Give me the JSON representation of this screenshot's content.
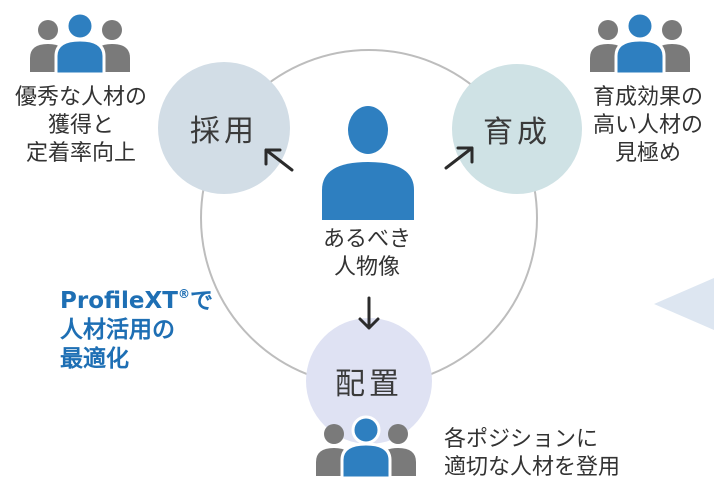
{
  "nodes": {
    "saiyo": "採用",
    "ikusei": "育成",
    "haichi": "配置"
  },
  "captions": {
    "top_left": [
      "優秀な人材の",
      "獲得と",
      "定着率向上"
    ],
    "top_right": [
      "育成効果の",
      "高い人材の",
      "見極め"
    ],
    "bottom_right": [
      "各ポジションに",
      "適切な人材を登用"
    ],
    "center": [
      "あるべき",
      "人物像"
    ]
  },
  "brand": {
    "line1": "ProfileXT",
    "mark": "®",
    "line1_suffix": "で",
    "line2": "人材活用の",
    "line3": "最適化"
  },
  "icons": {
    "group": "people-group-icon",
    "person": "person-icon",
    "arrow": "arrow-icon",
    "pointer": "triangle-pointer-icon"
  },
  "colors": {
    "accent_blue": "#2e7fc0",
    "brand_blue": "#1e6fb4",
    "gray_person": "#7a7a7a",
    "ring": "#bdbdbd",
    "saiyo_bg": "#d2dde6",
    "ikusei_bg": "#cfe2e5",
    "haichi_bg": "#dfe2f3",
    "pointer": "#dde6f1"
  }
}
